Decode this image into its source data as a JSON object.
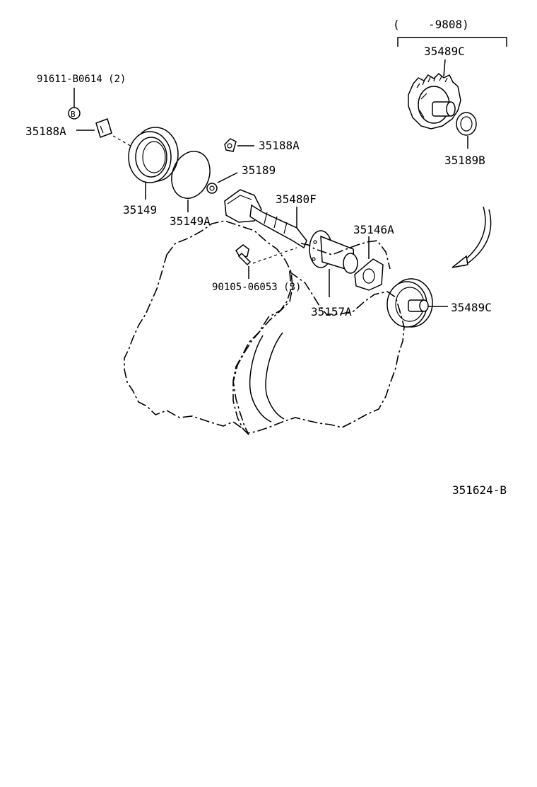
{
  "date_range": {
    "open": "(",
    "code": "-9808)"
  },
  "parts": {
    "p35489C_top": "35489C",
    "p35189B": "35189B",
    "p91611": "91611-B0614 (2)",
    "p91611_marker": "B",
    "p35188A_left": "35188A",
    "p35188A_right": "35188A",
    "p35189": "35189",
    "p35149": "35149",
    "p35149A": "35149A",
    "p35480F": "35480F",
    "p35146A": "35146A",
    "p90105": "90105-06053 (3)",
    "p35157A": "35157A",
    "p35489C_bottom": "35489C"
  },
  "figure_code": "351624-B"
}
